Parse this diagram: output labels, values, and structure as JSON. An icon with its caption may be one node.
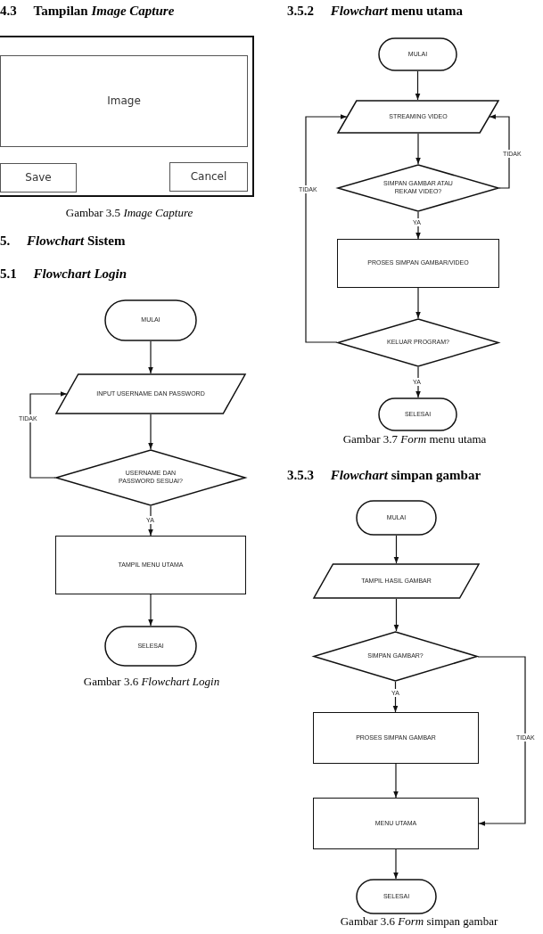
{
  "diagram": {
    "nodes": [
      {
        "text": [],
        "shape": "box"
      },
      {
        "text": [
          "Image"
        ],
        "in": 0
      },
      {
        "text": [
          "Save"
        ],
        "in": 0
      },
      {
        "text": [
          "Cancel"
        ],
        "in": 0
      },
      {
        "text": [
          "MULAI"
        ]
      },
      {
        "text": [
          "INPUT USERNAME DAN PASSWORD"
        ]
      },
      {
        "text": [
          "USERNAME DAN PASSWORD SESUAI?"
        ]
      },
      {
        "text": [
          "TAMPIL MENU UTAMA"
        ]
      },
      {
        "text": [
          "SELESAI"
        ]
      },
      {
        "text": [
          "MULAI"
        ]
      },
      {
        "text": [
          "STREAMING VIDEO"
        ]
      },
      {
        "text": [
          "SIMPAN GAMBAR ATAU REKAM VIDEO?"
        ]
      },
      {
        "text": [
          "PROSES SIMPAN GAMBAR/VIDEO"
        ]
      },
      {
        "text": [
          "KELUAR PROGRAM?"
        ]
      },
      {
        "text": [
          "SELESAI"
        ]
      },
      {
        "text": [
          "MULAI"
        ]
      },
      {
        "text": [
          "TAMPIL HASIL GAMBAR"
        ]
      },
      {
        "text": [
          "SIMPAN GAMBAR?"
        ]
      },
      {
        "text": [
          "PROSES SIMPAN GAMBAR"
        ]
      },
      {
        "text": [
          "MENU UTAMA"
        ]
      },
      {
        "text": [
          "SELESAI"
        ]
      }
    ],
    "edges": [
      {
        "from": 4,
        "to": 5,
        "arrow": "to"
      },
      {
        "from": 5,
        "to": 6,
        "arrow": "to"
      },
      {
        "from": 6,
        "to": 5,
        "arrow": "to",
        "label": "TIDAK"
      },
      {
        "from": 6,
        "to": 7,
        "arrow": "to",
        "label": "YA"
      },
      {
        "from": 7,
        "to": 8,
        "arrow": "to"
      },
      {
        "from": 9,
        "to": 10,
        "arrow": "to"
      },
      {
        "from": 10,
        "to": 11,
        "arrow": "to"
      },
      {
        "from": 11,
        "to": 10,
        "arrow": "to",
        "label": "TIDAK"
      },
      {
        "from": 11,
        "to": 12,
        "arrow": "to",
        "label": "YA"
      },
      {
        "from": 12,
        "to": 13,
        "arrow": "to"
      },
      {
        "from": 13,
        "to": 10,
        "arrow": "to",
        "label": "TIDAK"
      },
      {
        "from": 13,
        "to": 14,
        "arrow": "to",
        "label": "YA"
      },
      {
        "from": 15,
        "to": 16,
        "arrow": "to"
      },
      {
        "from": 16,
        "to": 17,
        "arrow": "to"
      },
      {
        "from": 17,
        "to": 18,
        "arrow": "to",
        "label": "YA"
      },
      {
        "from": 17,
        "to": 19,
        "arrow": "to",
        "label": "TIDAK"
      },
      {
        "from": 18,
        "to": 19,
        "arrow": "to"
      },
      {
        "from": 19,
        "to": 20,
        "arrow": "to"
      }
    ],
    "labels": [
      "4.3 Tampilan *Image Capture*",
      "Gambar 3.5 *Image Capture*",
      "5. *Flowchart* Sistem",
      "5.1 *Flowchart Login*",
      "Gambar 3.6 *Flowchart Login*",
      "3.5.2 *Flowchart* menu utama",
      "Gambar 3.7 *Form* menu utama",
      "3.5.3 *Flowchart* simpan gambar",
      "Gambar 3.6 *Form* simpan gambar"
    ]
  }
}
